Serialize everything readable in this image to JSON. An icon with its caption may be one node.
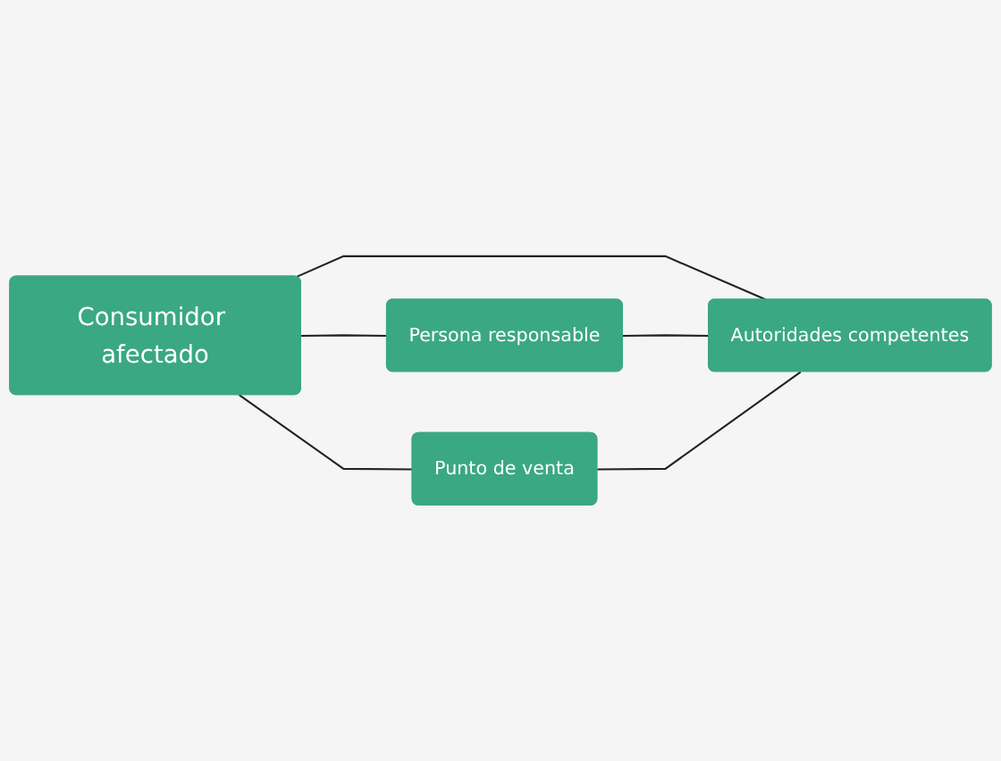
{
  "diagram": {
    "nodes": [
      {
        "text": [
          "Consumidor afectado"
        ]
      },
      {
        "text": [
          "Persona responsable"
        ]
      },
      {
        "text": [
          "Punto de venta"
        ]
      },
      {
        "text": [
          "Autoridades competentes"
        ]
      }
    ],
    "edges": [
      {
        "from": 0,
        "to": 1,
        "arrow": "none"
      },
      {
        "from": 0,
        "to": 2,
        "arrow": "none"
      },
      {
        "from": 0,
        "to": 3,
        "arrow": "none"
      },
      {
        "from": 1,
        "to": 3,
        "arrow": "none"
      },
      {
        "from": 2,
        "to": 3,
        "arrow": "none"
      }
    ]
  }
}
